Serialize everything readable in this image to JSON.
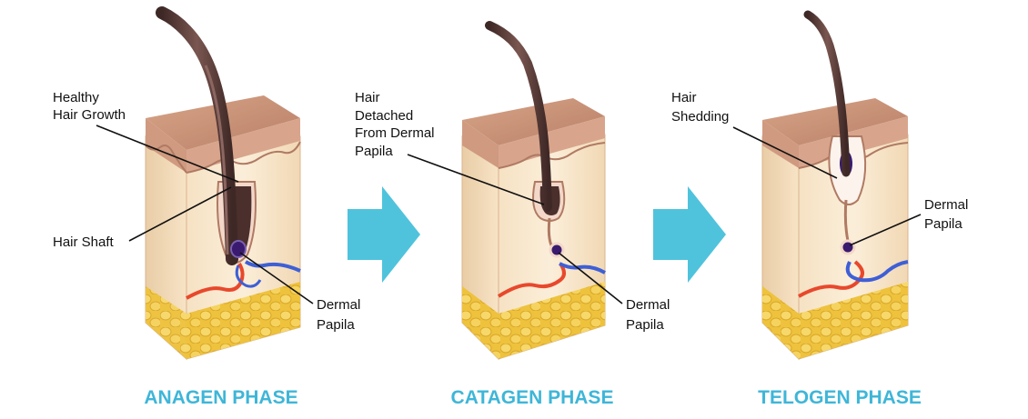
{
  "colors": {
    "accent": "#4fc3dc",
    "phase_title": "#3eb6d8",
    "skin_top": "#c9957a",
    "skin_side": "#f2d9b8",
    "fat": "#f0c840",
    "hair": "#5a3a36",
    "papilla": "#3a1a6e",
    "artery": "#e8482c",
    "vein": "#3e5fd6"
  },
  "panels": [
    {
      "phase_title": "ANAGEN PHASE",
      "callouts": [
        {
          "lines": [
            "Healthy",
            "Hair Growth"
          ]
        },
        {
          "lines": [
            "Hair Shaft"
          ]
        },
        {
          "lines": [
            "Dermal",
            "Papila"
          ]
        }
      ]
    },
    {
      "phase_title": "CATAGEN PHASE",
      "callouts": [
        {
          "lines": [
            "Hair",
            "Detached",
            "From Dermal",
            "Papila"
          ]
        },
        {
          "lines": [
            "Dermal",
            "Papila"
          ]
        }
      ]
    },
    {
      "phase_title": "TELOGEN PHASE",
      "callouts": [
        {
          "lines": [
            "Hair",
            "Shedding"
          ]
        },
        {
          "lines": [
            "Dermal",
            "Papila"
          ]
        }
      ]
    }
  ],
  "arrows": [
    {
      "icon": "right-arrow-icon"
    },
    {
      "icon": "right-arrow-icon"
    }
  ]
}
